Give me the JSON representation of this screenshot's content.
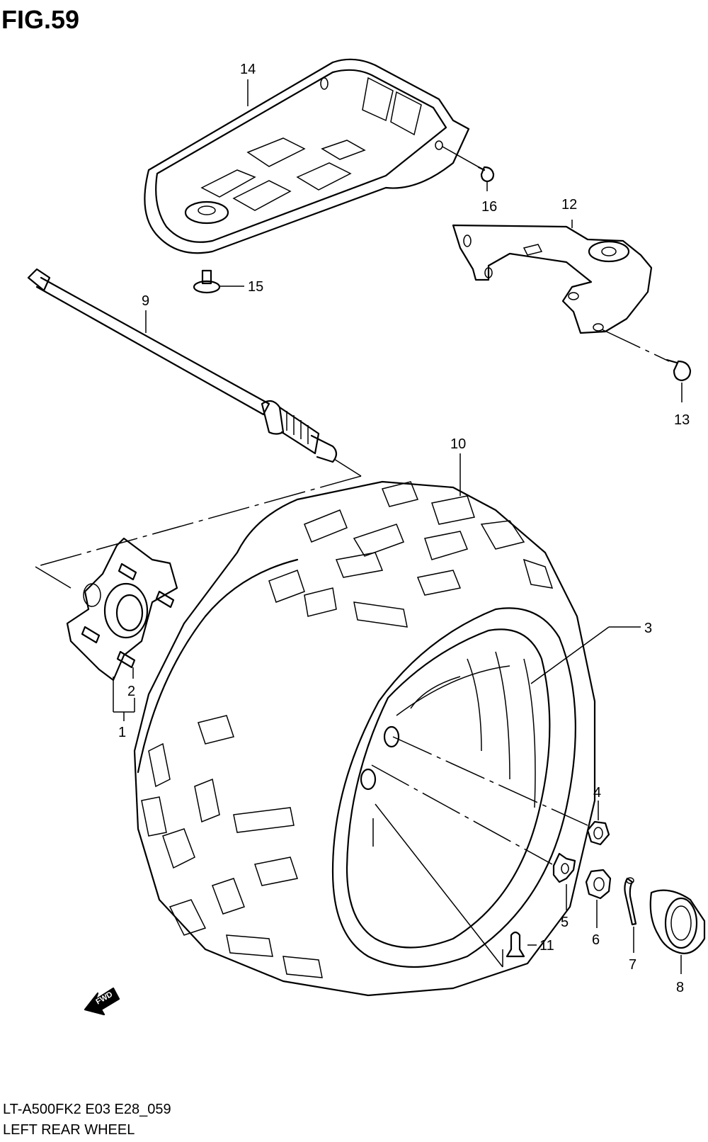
{
  "figure": {
    "title": "FIG.59"
  },
  "footer": {
    "code": "LT-A500FK2 E03 E28_059",
    "caption": "LEFT REAR WHEEL"
  },
  "fwd_marker": {
    "text": "FWD"
  },
  "callouts": {
    "c1": "1",
    "c2": "2",
    "c3": "3",
    "c4": "4",
    "c5": "5",
    "c6": "6",
    "c7": "7",
    "c8": "8",
    "c9": "9",
    "c10": "10",
    "c11": "11",
    "c12": "12",
    "c13": "13",
    "c14": "14",
    "c15": "15",
    "c16": "16"
  }
}
